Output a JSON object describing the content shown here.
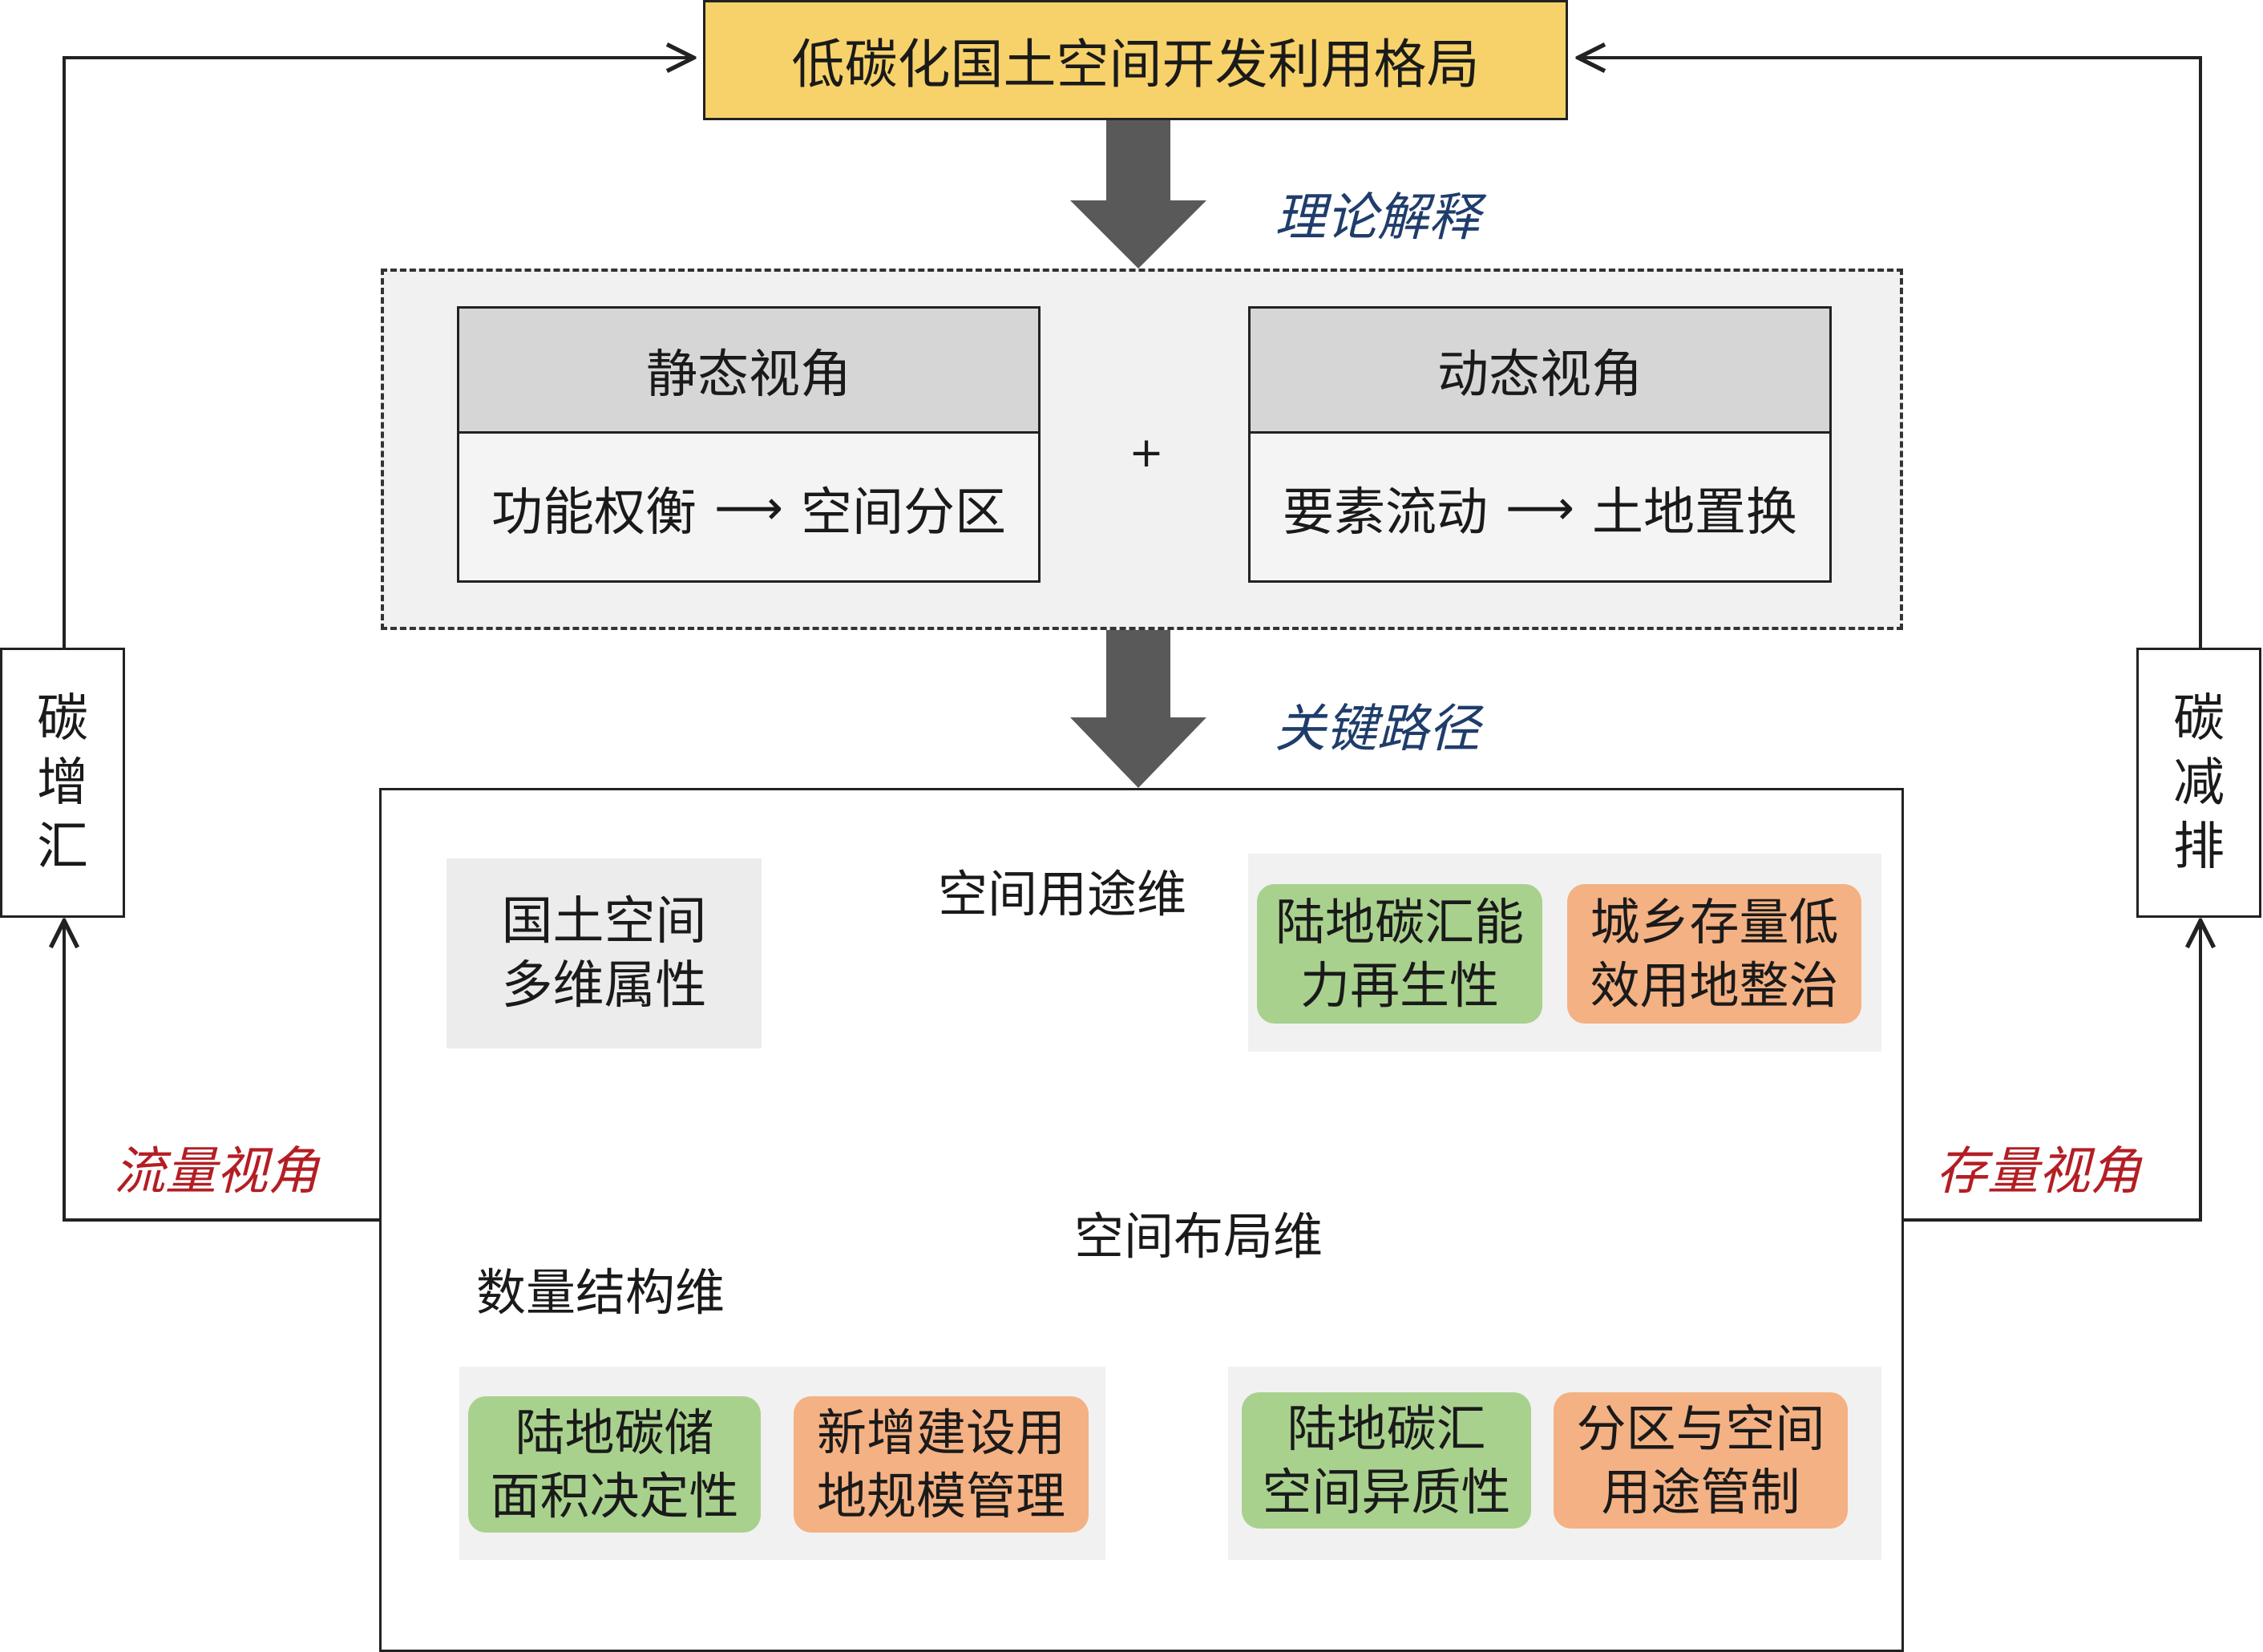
{
  "title": "低碳化国土空间开发利用格局",
  "steps": {
    "theory": "理论解释",
    "path": "关键路径"
  },
  "perspectives": {
    "static": {
      "header": "静态视角",
      "from": "功能权衡",
      "to": "空间分区"
    },
    "plus": "+",
    "dynamic": {
      "header": "动态视角",
      "from": "要素流动",
      "to": "土地置换"
    },
    "arrow": "⟶"
  },
  "left": {
    "box_line1": "碳",
    "box_line2": "增",
    "box_line3": "汇",
    "label": "流量视角"
  },
  "right": {
    "box_line1": "碳",
    "box_line2": "减",
    "box_line3": "排",
    "label": "存量视角"
  },
  "attributes": {
    "line1": "国土空间",
    "line2": "多维属性"
  },
  "dimensions": {
    "use": "空间用途维",
    "layout": "空间布局维",
    "quantity": "数量结构维"
  },
  "pairs": {
    "use": {
      "green_line1": "陆地碳汇能",
      "green_line2": "力再生性",
      "orange_line1": "城乡存量低",
      "orange_line2": "效用地整治"
    },
    "quantity": {
      "green_line1": "陆地碳储",
      "green_line2": "面积决定性",
      "orange_line1": "新增建设用",
      "orange_line2": "地规模管理"
    },
    "layout": {
      "green_line1": "陆地碳汇",
      "green_line2": "空间异质性",
      "orange_line1": "分区与空间",
      "orange_line2": "用途管制"
    }
  },
  "colors": {
    "title_fill": "#f7d26a",
    "big_arrow": "#595959",
    "step_text": "#1f3d6b",
    "perspective_text": "#b31e24",
    "green": "#a9d18e",
    "orange": "#f4b183",
    "red_arrow": "#c00000",
    "dark_green_dot": "#375623",
    "light_green_dot": "#a9d18e",
    "pale_green_dot": "#c5e0b4"
  }
}
